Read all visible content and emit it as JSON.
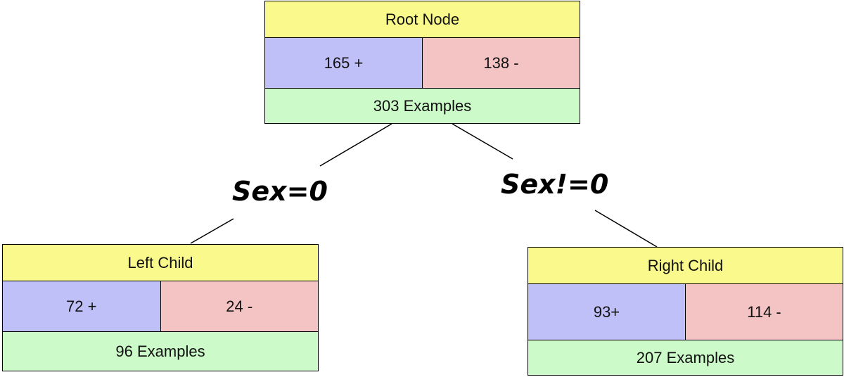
{
  "colors": {
    "title_fill": "#fafa8c",
    "positive_fill": "#c0c0f8",
    "negative_fill": "#f4c3c3",
    "examples_fill": "#ccfac8",
    "line": "#000000"
  },
  "root": {
    "title": "Root Node",
    "positive": "165 +",
    "negative": "138 -",
    "examples": "303 Examples"
  },
  "left_child": {
    "title": "Left Child",
    "positive": "72 +",
    "negative": "24 -",
    "examples": "96 Examples"
  },
  "right_child": {
    "title": "Right Child",
    "positive": "93+",
    "negative": "114 -",
    "examples": "207 Examples"
  },
  "splits": {
    "left": "Sex=0",
    "right": "Sex!=0"
  }
}
